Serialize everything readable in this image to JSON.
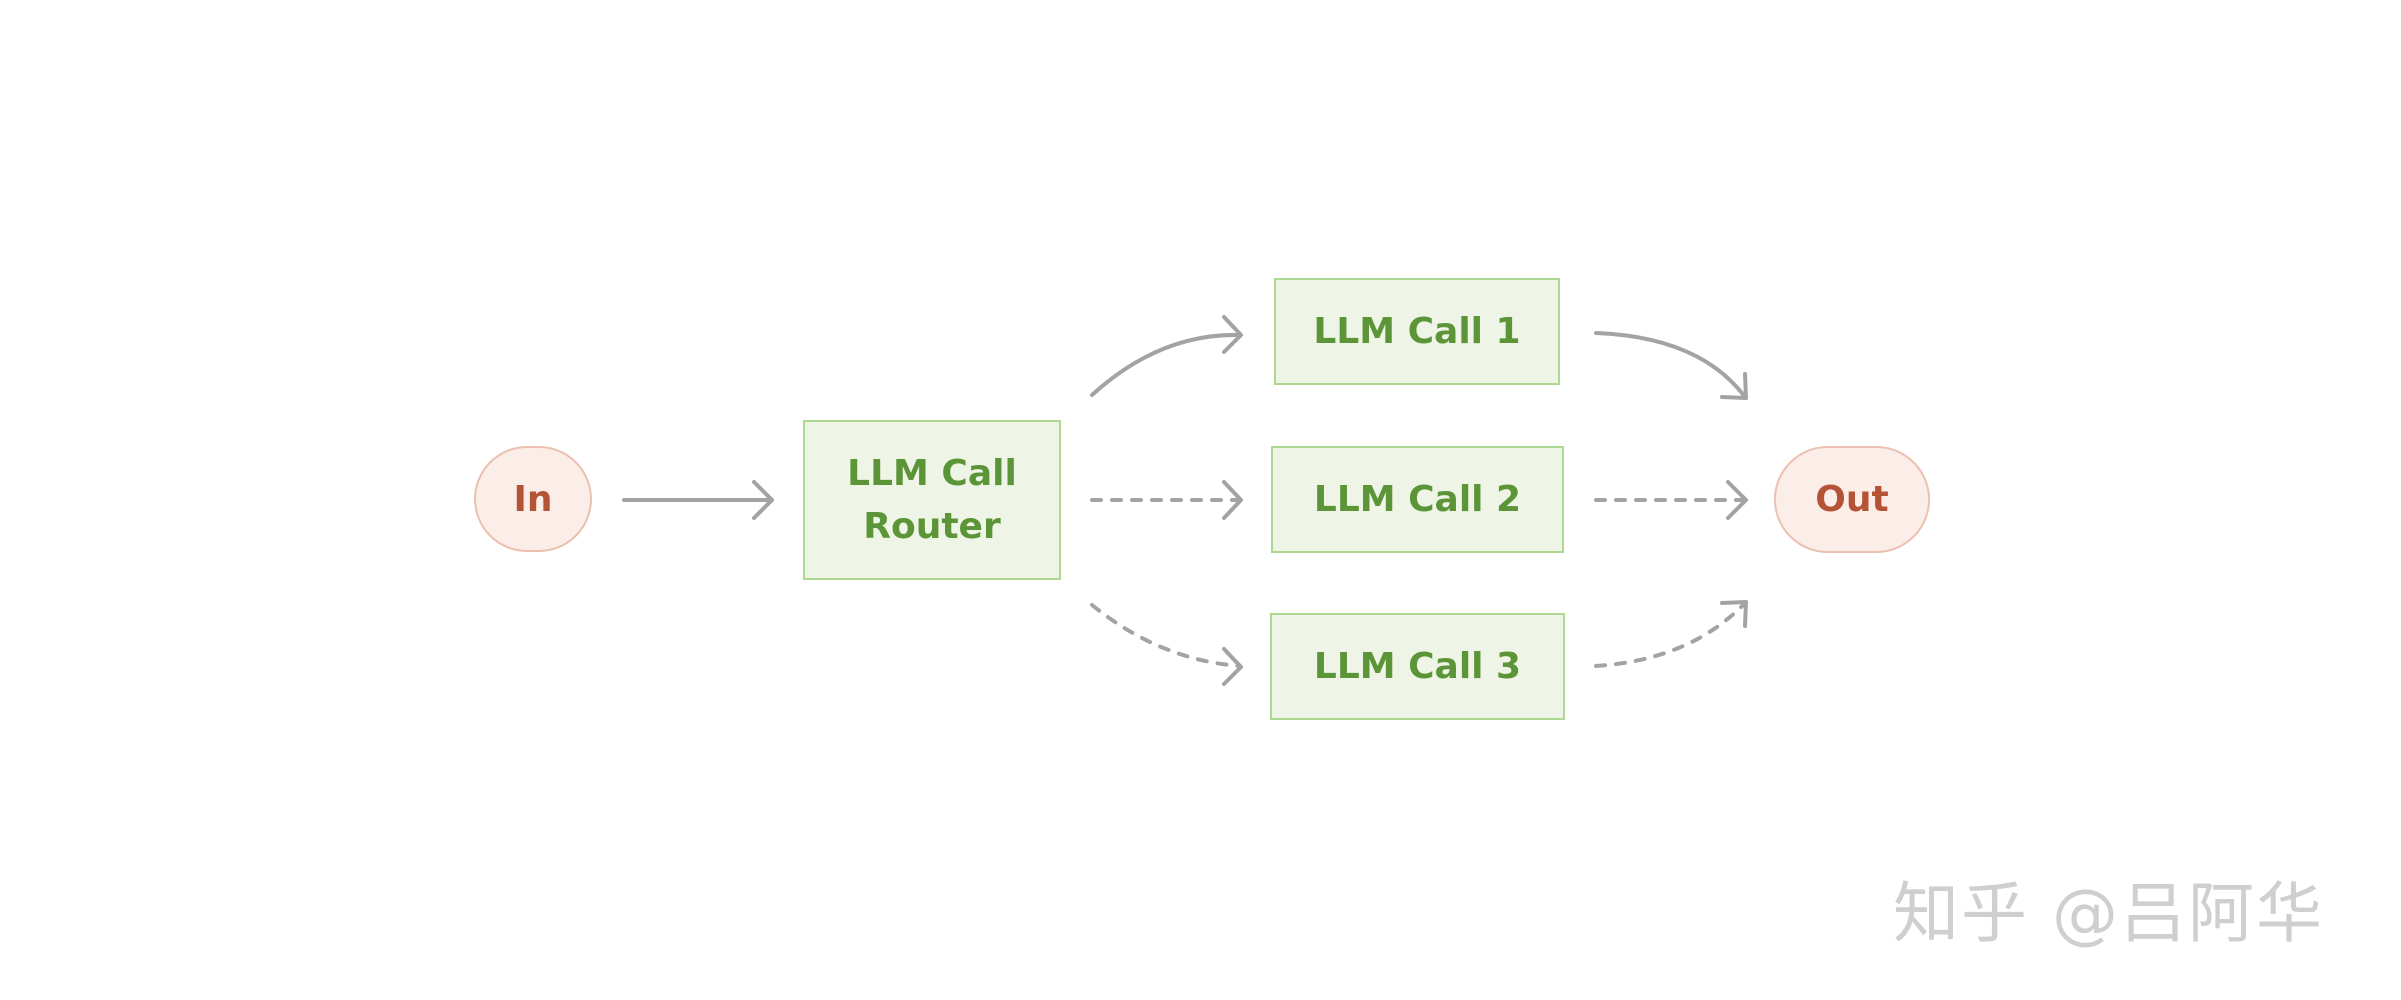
{
  "nodes": {
    "input": "In",
    "router": "LLM Call\nRouter",
    "call_1": "LLM Call 1",
    "call_2": "LLM Call 2",
    "call_3": "LLM Call 3",
    "output": "Out"
  },
  "edges": [
    {
      "from": "In",
      "to": "LLM Call Router",
      "style": "solid"
    },
    {
      "from": "LLM Call Router",
      "to": "LLM Call 1",
      "style": "solid"
    },
    {
      "from": "LLM Call Router",
      "to": "LLM Call 2",
      "style": "dashed"
    },
    {
      "from": "LLM Call Router",
      "to": "LLM Call 3",
      "style": "dashed"
    },
    {
      "from": "LLM Call 1",
      "to": "Out",
      "style": "solid"
    },
    {
      "from": "LLM Call 2",
      "to": "Out",
      "style": "dashed"
    },
    {
      "from": "LLM Call 3",
      "to": "Out",
      "style": "dashed"
    }
  ],
  "watermark": "知乎 @吕阿华",
  "colors": {
    "terminal_fill": "#fbeee9",
    "terminal_border": "#ecc0b0",
    "terminal_text": "#b55336",
    "llm_fill": "#eef5e6",
    "llm_border": "#add892",
    "llm_text": "#5c9438",
    "arrow": "#a3a3a3"
  }
}
